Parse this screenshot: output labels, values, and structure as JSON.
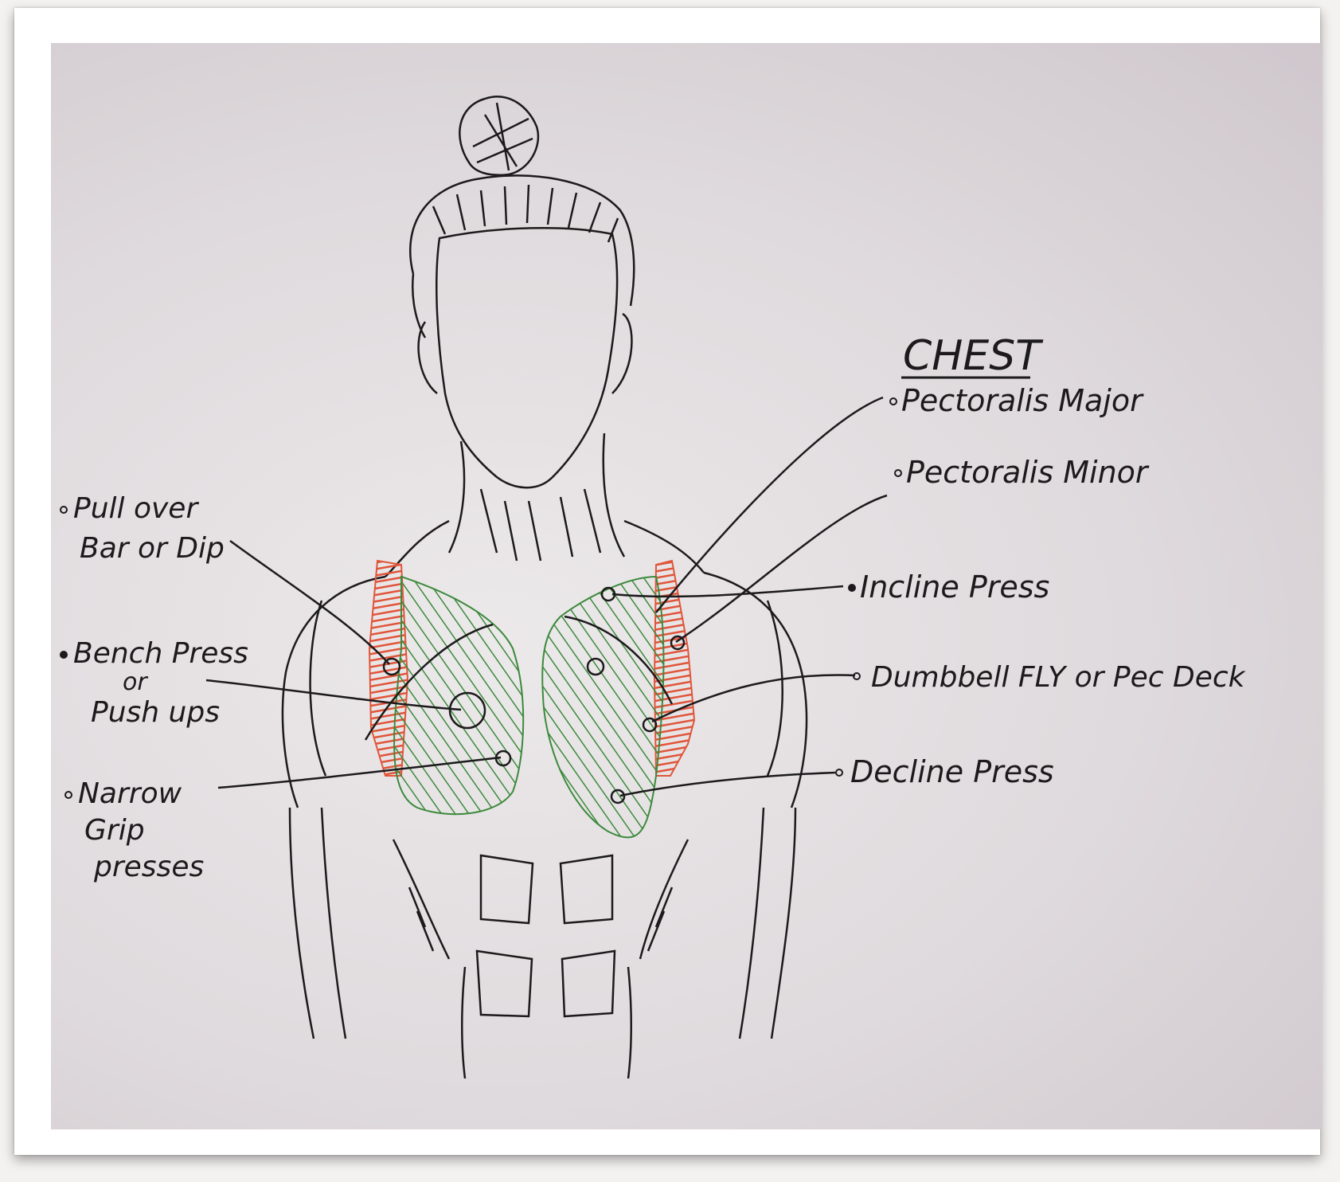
{
  "diagram": {
    "title": "CHEST",
    "muscles": [
      {
        "label": "Pectoralis Major",
        "color": "#3c8a3c"
      },
      {
        "label": "Pectoralis Minor",
        "color": "#e0553a"
      }
    ],
    "exercises_left": [
      {
        "lines": [
          "Pull over",
          "Bar or Dip"
        ]
      },
      {
        "lines": [
          "Bench Press",
          "or",
          "Push ups"
        ]
      },
      {
        "lines": [
          "Narrow",
          "Grip",
          "presses"
        ]
      }
    ],
    "exercises_right": [
      {
        "label": "Incline Press"
      },
      {
        "label": "Dumbbell FLY or Pec Deck"
      },
      {
        "label": "Decline Press"
      }
    ],
    "colors": {
      "ink": "#1c1a1c",
      "pec_major_green": "#3c8a3c",
      "pec_minor_red": "#e0553a",
      "paper": "#e2dde0"
    }
  }
}
